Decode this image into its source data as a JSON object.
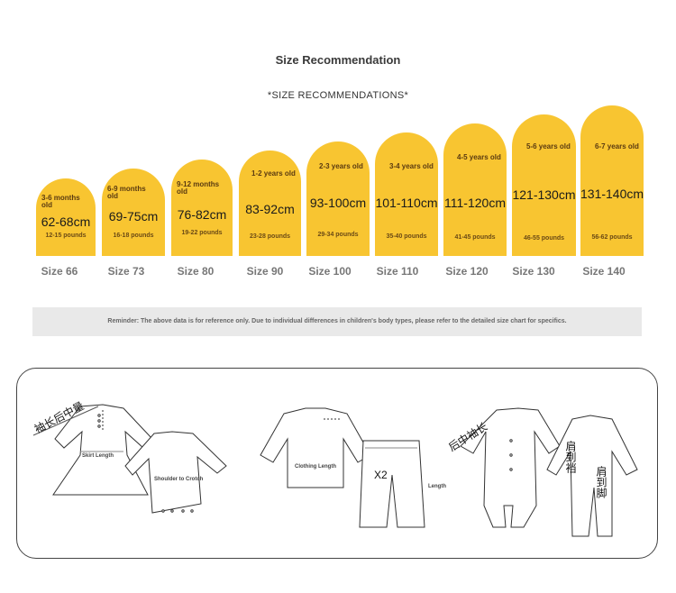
{
  "header": {
    "title": "Size Recommendation",
    "subtitle": "*SIZE RECOMMENDATIONS*"
  },
  "sizes": [
    {
      "age": "3-6 months old",
      "cm": "62-68cm",
      "weight": "12-15 pounds",
      "size": "Size 66"
    },
    {
      "age": "6-9 months old",
      "cm": "69-75cm",
      "weight": "16-18 pounds",
      "size": "Size 73"
    },
    {
      "age": "9-12 months old",
      "cm": "76-82cm",
      "weight": "19-22 pounds",
      "size": "Size 80"
    },
    {
      "age": "1-2 years old",
      "cm": "83-92cm",
      "weight": "23-28 pounds",
      "size": "Size 90"
    },
    {
      "age": "2-3 years old",
      "cm": "93-100cm",
      "weight": "29-34 pounds",
      "size": "Size 100"
    },
    {
      "age": "3-4 years old",
      "cm": "101-110cm",
      "weight": "35-40 pounds",
      "size": "Size 110"
    },
    {
      "age": "4-5 years old",
      "cm": "111-120cm",
      "weight": "41-45 pounds",
      "size": "Size 120"
    },
    {
      "age": "5-6 years old",
      "cm": "121-130cm",
      "weight": "46-55 pounds",
      "size": "Size 130"
    },
    {
      "age": "6-7 years old",
      "cm": "131-140cm",
      "weight": "56-62 pounds",
      "size": "Size 140"
    }
  ],
  "reminder": "Reminder: The above data is for reference only. Due to individual differences in children's body types, please refer to the detailed size chart for specifics.",
  "diagram": {
    "sleeve_cn": "袖长后中量",
    "skirt_length": "Skirt Length",
    "shoulder_to_crotch": "Shoulder to Crotch",
    "clothing_length": "Clothing Length",
    "x2": "X2",
    "length": "Length",
    "sleeve_back_cn": "后中袖长",
    "shoulder_crotch_cn": "肩到裆",
    "shoulder_foot_cn": "肩到脚"
  },
  "colors": {
    "tile": "#f8c531",
    "age_text": "#5a3a10",
    "panel_border": "#444444"
  }
}
